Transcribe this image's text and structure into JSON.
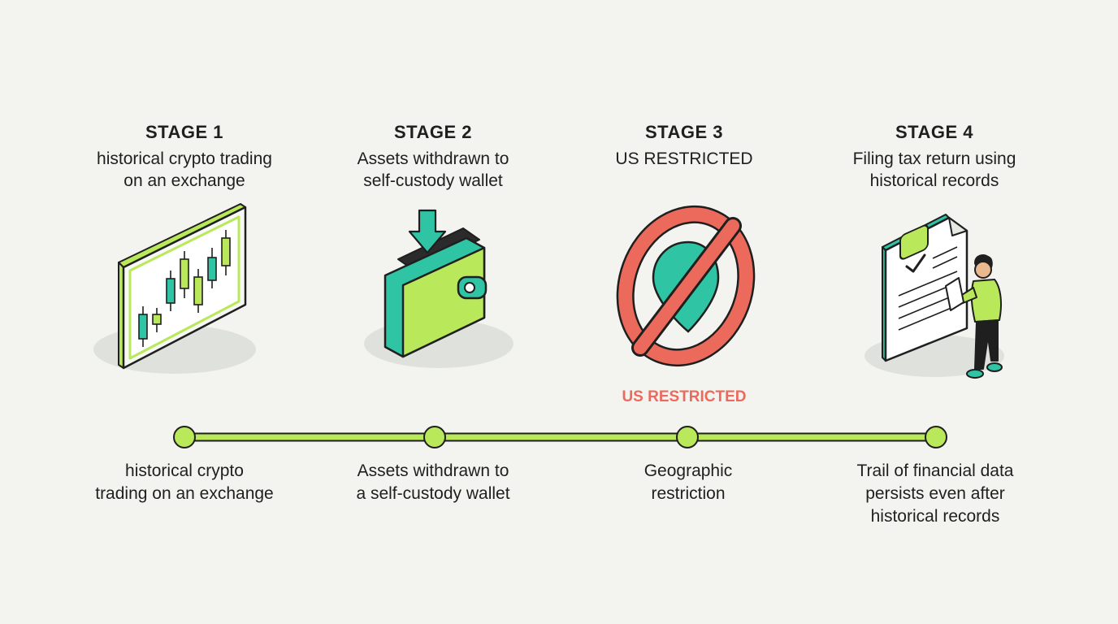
{
  "colors": {
    "background": "#f3f4ef",
    "lime": "#b9e85a",
    "teal": "#2fc4a4",
    "red": "#ec6a5c",
    "outline": "#1f1f1f",
    "glow": "#7ff07a"
  },
  "stages": [
    {
      "title": "STAGE 1",
      "desc_lines": [
        "historical crypto trading",
        "on an exchange"
      ],
      "icon": "candlestick-chart-icon",
      "bottom_lines": [
        "historical crypto",
        "trading on an exchange"
      ]
    },
    {
      "title": "STAGE 2",
      "desc_lines": [
        "Assets withdrawn to",
        "self-custody wallet"
      ],
      "icon": "wallet-icon",
      "bottom_lines": [
        "Assets withdrawn to",
        "a self-custody wallet"
      ]
    },
    {
      "title": "STAGE 3",
      "desc_lines": [
        "US RESTRICTED"
      ],
      "icon": "restricted-location-icon",
      "bottom_lines": [
        "Geographic",
        "restriction"
      ]
    },
    {
      "title": "STAGE 4",
      "desc_lines": [
        "Filing tax return using",
        "historical records"
      ],
      "icon": "tax-document-person-icon",
      "bottom_lines": [
        "Trail of financial data",
        "persists even after",
        "historical records"
      ]
    }
  ],
  "restricted_label": "US RESTRICTED"
}
